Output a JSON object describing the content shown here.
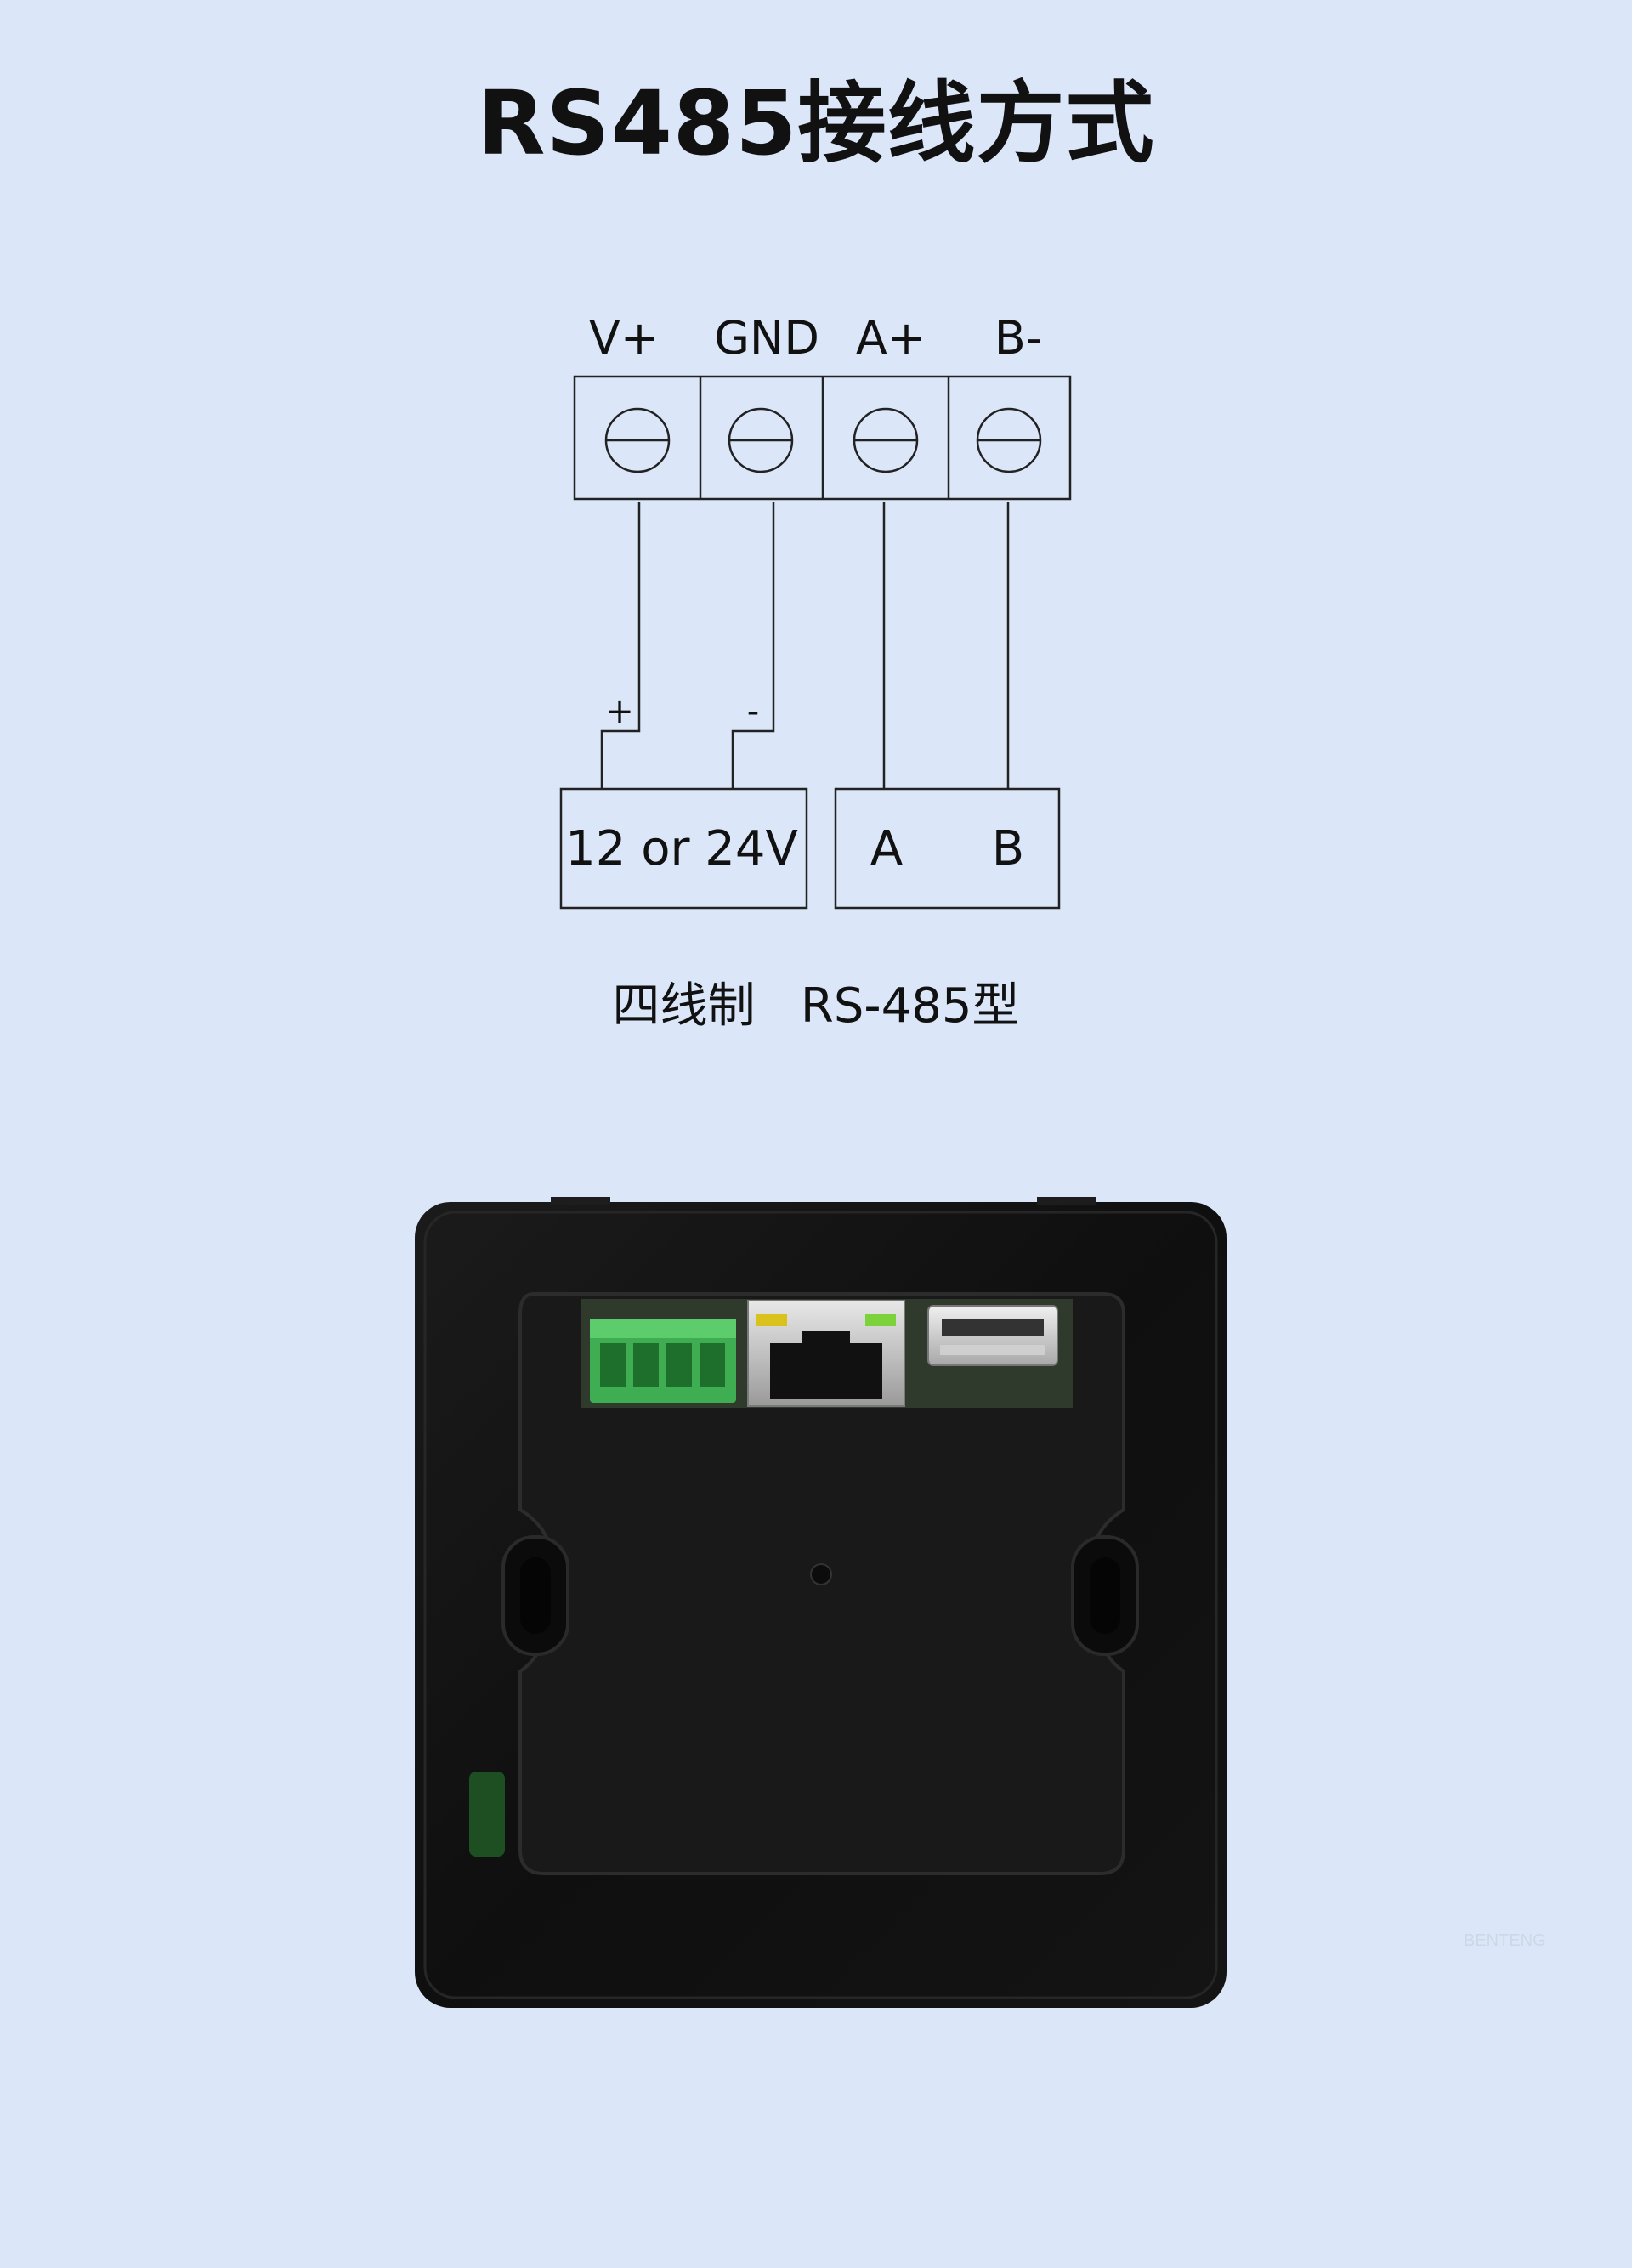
{
  "title": "RS485接线方式",
  "terminal_labels": [
    "V+",
    "GND",
    "A+",
    "B-"
  ],
  "polarity": {
    "plus": "+",
    "minus": "-"
  },
  "power_box_label": "12 or 24V",
  "signal_box": {
    "a": "A",
    "b": "B"
  },
  "subtitle": "四线制   RS-485型",
  "watermark": "BENTENG",
  "colors": {
    "background": "#dbe6f8",
    "device_body": "#121212",
    "terminal_green": "#3fae52"
  }
}
